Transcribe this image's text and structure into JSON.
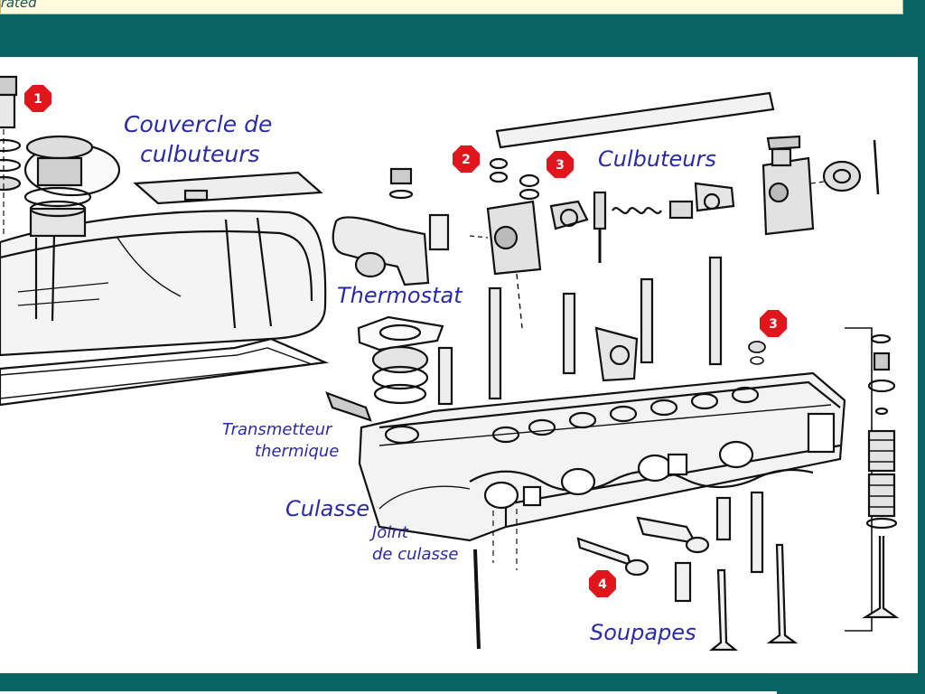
{
  "header": {
    "caption": "strated"
  },
  "labels": {
    "cover_line1": "Couvercle de",
    "cover_line2": "culbuteurs",
    "rockers": "Culbuteurs",
    "thermostat": "Thermostat",
    "sender_line1": "Transmetteur",
    "sender_line2": "thermique",
    "head": "Culasse",
    "gasket_line1": "Joint",
    "gasket_line2": "de culasse",
    "valves": "Soupapes"
  },
  "markers": {
    "m1": "1",
    "m2": "2",
    "m3a": "3",
    "m3b": "3",
    "m4": "4"
  },
  "colors": {
    "background": "#0a6363",
    "label": "#2a2aa8",
    "marker": "#e0161c",
    "caption_bg": "#fffbdc"
  }
}
